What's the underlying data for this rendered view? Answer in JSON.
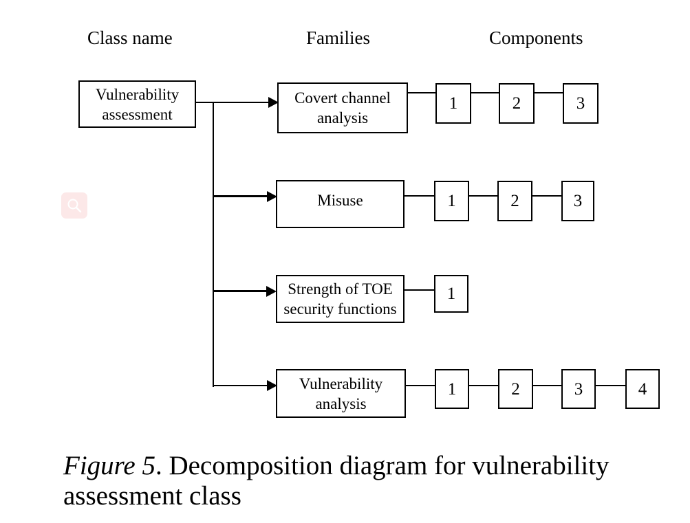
{
  "headers": {
    "class_name": "Class name",
    "families": "Families",
    "components": "Components"
  },
  "class_box": {
    "label": "Vulnerability\nassessment"
  },
  "families": [
    {
      "label": "Covert channel\nanalysis",
      "components": [
        "1",
        "2",
        "3"
      ]
    },
    {
      "label": "Misuse",
      "components": [
        "1",
        "2",
        "3"
      ]
    },
    {
      "label": "Strength of TOE\nsecurity functions",
      "components": [
        "1"
      ]
    },
    {
      "label": "Vulnerability\nanalysis",
      "components": [
        "1",
        "2",
        "3",
        "4"
      ]
    }
  ],
  "caption": {
    "figure_label": "Figure 5",
    "text": ". Decomposition diagram for vulnerability assessment class"
  },
  "overlay": {
    "icon": "search-icon",
    "color": "#fce8e8"
  }
}
